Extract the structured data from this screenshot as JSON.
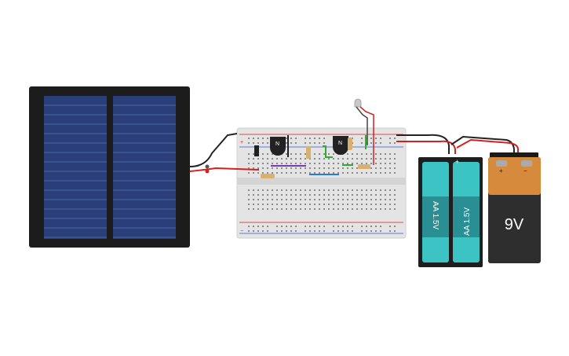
{
  "components": {
    "solar_panel": {
      "name": "solar-panel",
      "cell_color": "#2a3f7a",
      "frame_color": "#1c1c1c"
    },
    "breadboard": {
      "name": "breadboard"
    },
    "transistor_1": {
      "label": "N"
    },
    "transistor_2": {
      "label": "N"
    },
    "led": {
      "name": "led",
      "color": "#c8c8c8"
    },
    "battery_pack": {
      "cells": [
        {
          "label": "AA 1.5V"
        },
        {
          "label": "AA 1.5V"
        }
      ],
      "plus_mark": "+",
      "minus_mark": "−",
      "cell_color": "#3cc4c4"
    },
    "battery_9v": {
      "label": "9V",
      "plus_mark": "+",
      "minus_mark": "−",
      "top_color": "#d68a3c",
      "body_color": "#2e2e2e"
    }
  },
  "wire_colors": {
    "red": "#d42020",
    "black": "#222222",
    "green": "#2cae2c",
    "purple": "#7a3cae",
    "blue": "#2c7ad4"
  },
  "breadboard_marks": {
    "plus": "+",
    "minus": "−"
  }
}
